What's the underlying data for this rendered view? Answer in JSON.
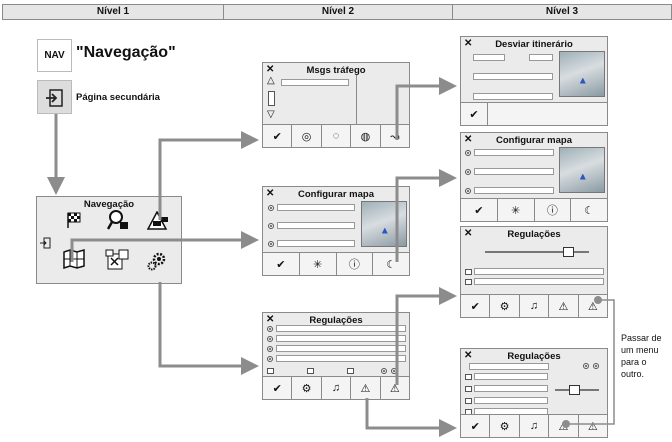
{
  "header": {
    "col1": "Nível 1",
    "col2": "Nível 2",
    "col3": "Nível 3"
  },
  "nav": {
    "badge": "NAV",
    "title": "\"Navegação\"",
    "secondary": "Página secundária"
  },
  "menu_navegacao": {
    "title": "Navegação"
  },
  "screens": {
    "msgs": {
      "title": "Msgs tráfego"
    },
    "config2": {
      "title": "Configurar mapa"
    },
    "reg2": {
      "title": "Regulações"
    },
    "desviar": {
      "title": "Desviar itinerário"
    },
    "config3": {
      "title": "Configurar mapa"
    },
    "reg3a": {
      "title": "Regulações"
    },
    "reg3b": {
      "title": "Regulações"
    }
  },
  "note": {
    "line1": "Passar de",
    "line2": "um menu",
    "line3": "para o",
    "line4": "outro."
  },
  "glyphs": {
    "close": "✕",
    "ok": "✔"
  },
  "colors": {
    "arrow": "#8c8c8c",
    "screen_bg": "#ebebeb",
    "border": "#8a8a8a"
  }
}
